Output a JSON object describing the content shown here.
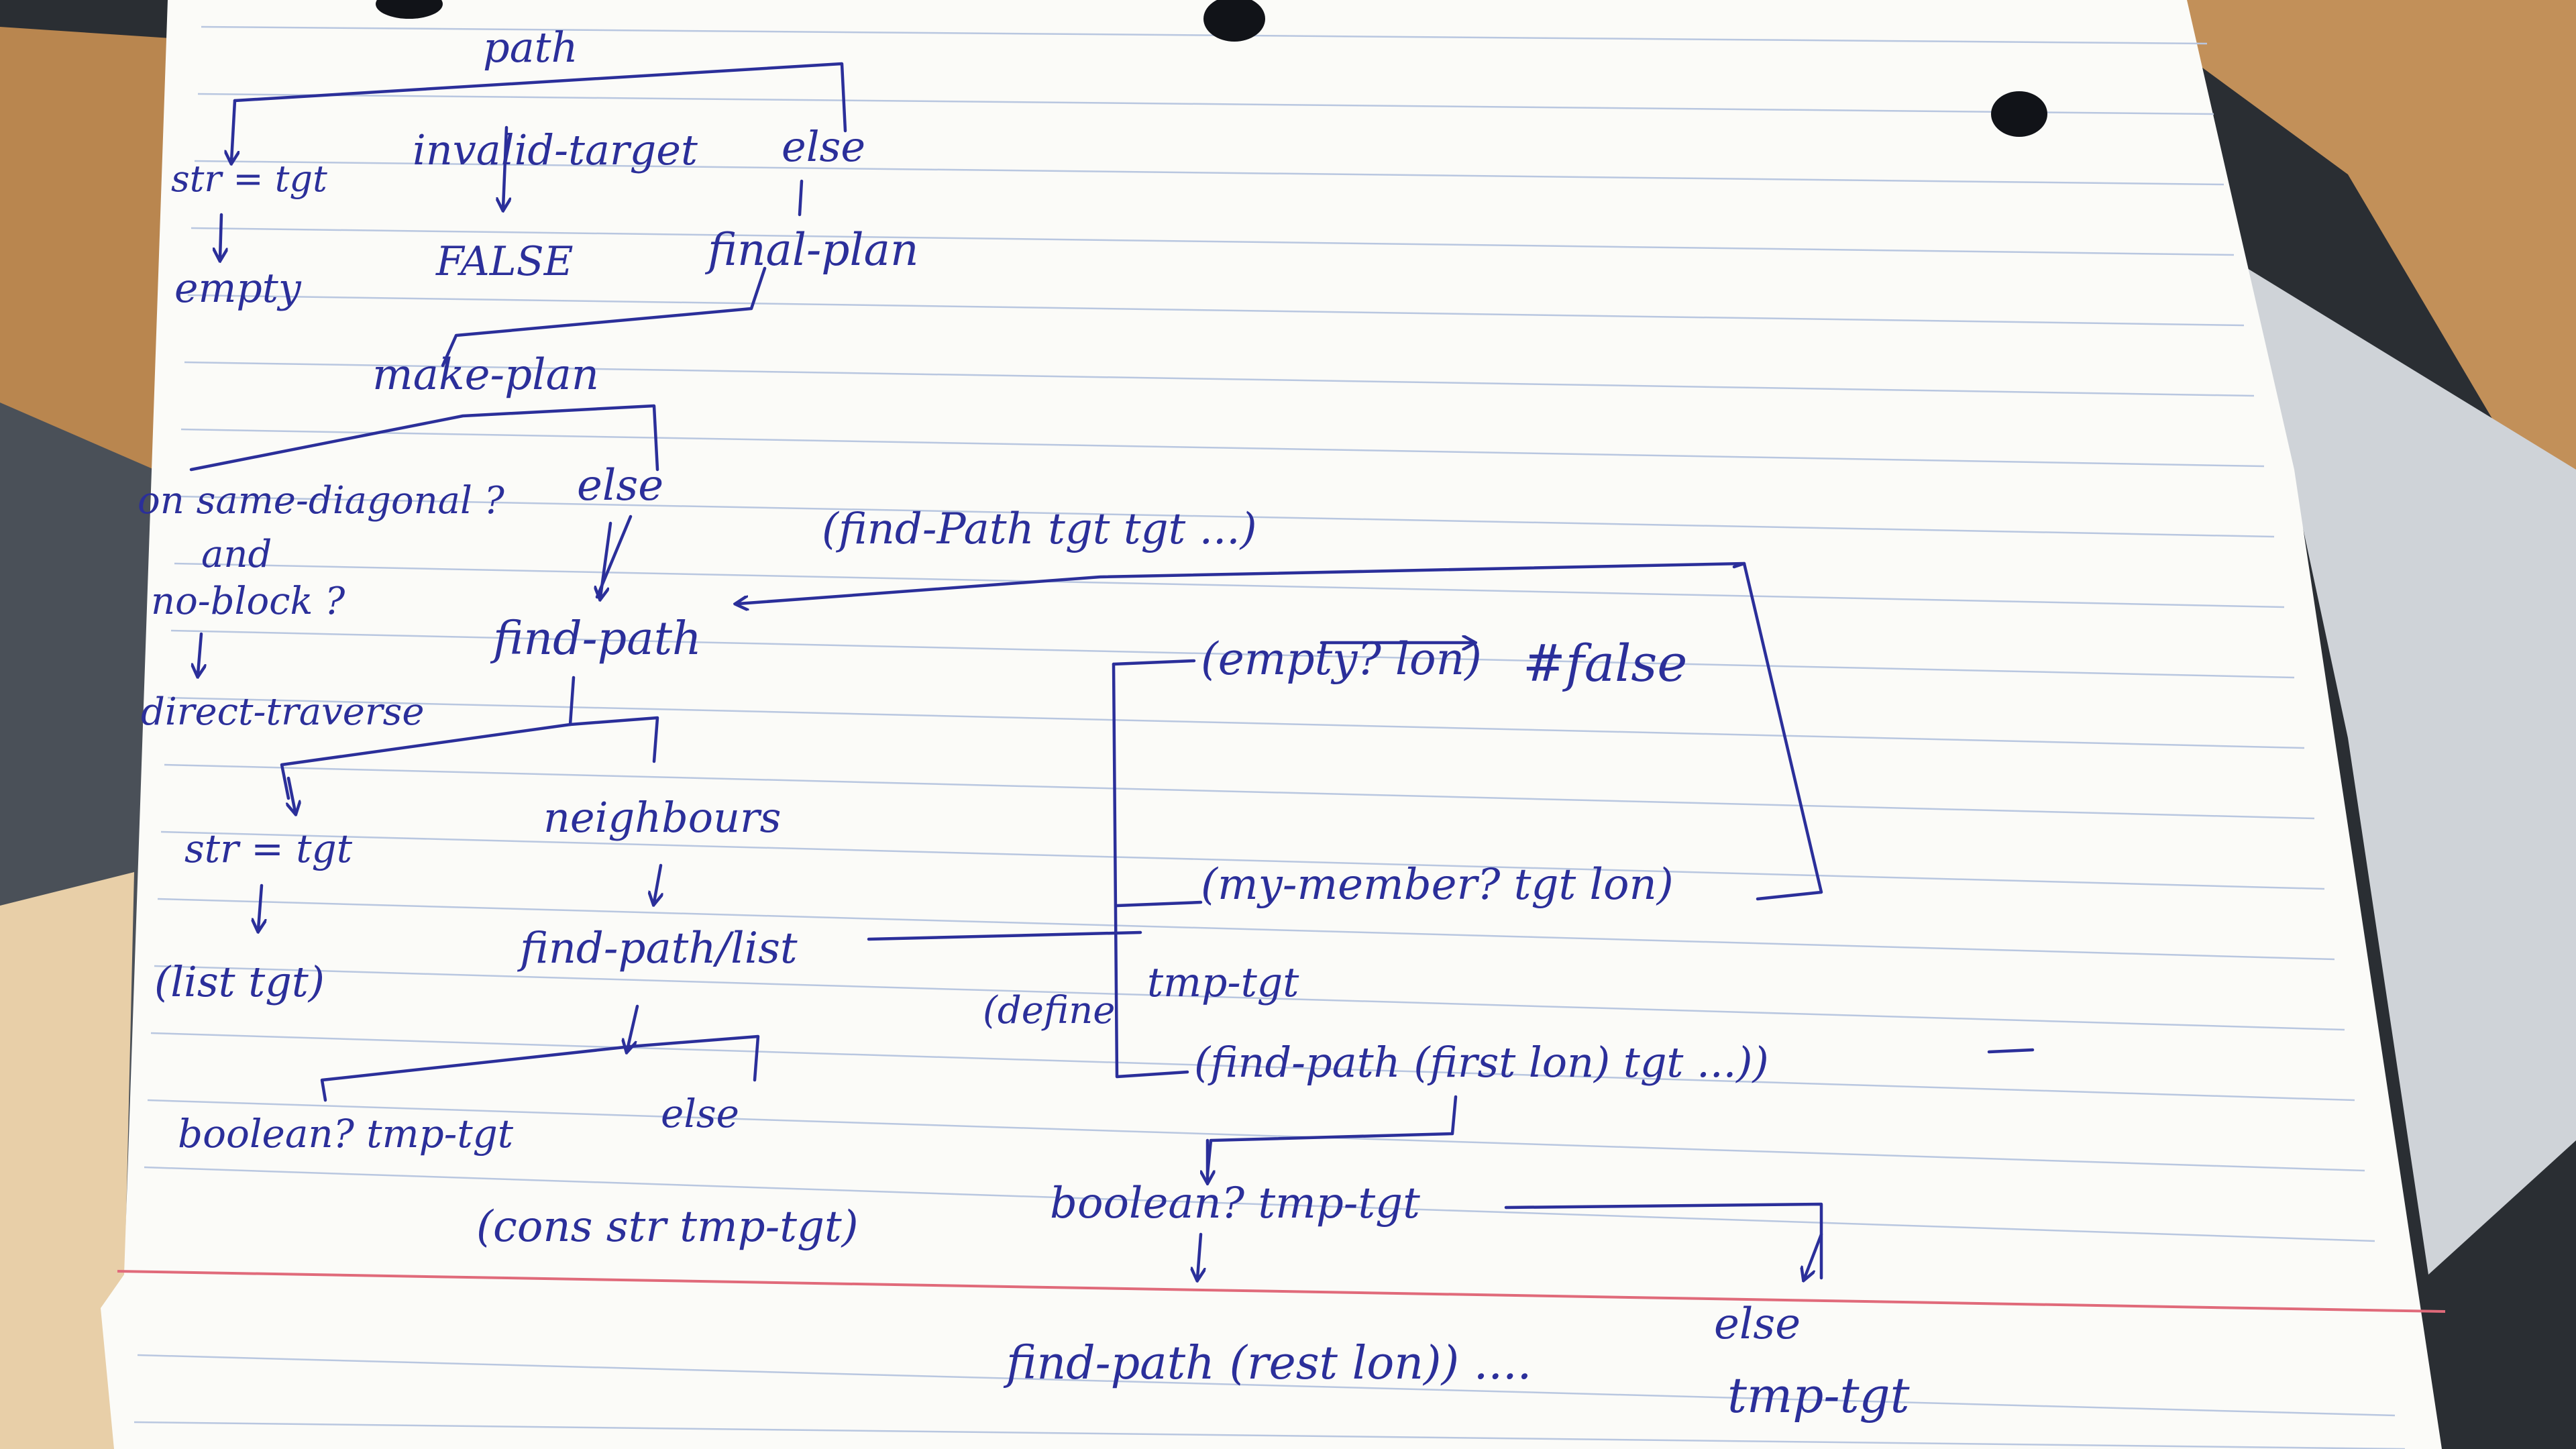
{
  "photo": {
    "subject": "lined-notebook-page",
    "ink_color": "#2b2f9a",
    "paper_color": "#fbfbf8",
    "rule_color": "#b9c7e0",
    "margin_color": "#e06a7a",
    "wood_color": "#b9864f"
  },
  "notes": {
    "path": "path",
    "str_eq_tgt": "str = tgt",
    "invalid_target": "invalid-target",
    "else_1": "else",
    "empty": "empty",
    "false_1": "FALSE",
    "final_plan": "final-plan",
    "make_plan": "make-plan",
    "same_diagonal": "on same-diagonal ?",
    "and_label": "and",
    "no_block": "no-block ?",
    "else_2": "else",
    "direct_traverse": "direct-traverse",
    "find_path_call": "(find-Path tgt tgt ...)",
    "find_path": "find-path",
    "empty_lon": "(empty? lon)",
    "hash_false": "#false",
    "str_eq_tgt_2": "str = tgt",
    "neighbours": "neighbours",
    "list_tgt": "(list tgt)",
    "find_path_list": "find-path/list",
    "my_member": "(my-member? tgt lon)",
    "define": "(define",
    "tmp_tgt": "tmp-tgt",
    "find_path_first": "(find-path (first lon) tgt ...))",
    "boolean_tmp_1": "boolean? tmp-tgt",
    "else_3": "else",
    "cons_str": "(cons str tmp-tgt)",
    "boolean_tmp_2": "boolean? tmp-tgt",
    "else_4": "else",
    "find_path_rest": "find-path (rest lon)) ....",
    "tmp_tgt_2": "tmp-tgt"
  }
}
